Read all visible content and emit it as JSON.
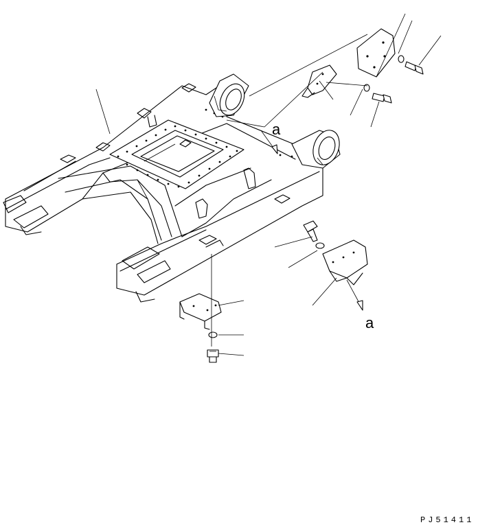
{
  "diagram": {
    "reference_label_top": "a",
    "reference_label_bottom": "a",
    "drawing_code": "PJ51411"
  }
}
